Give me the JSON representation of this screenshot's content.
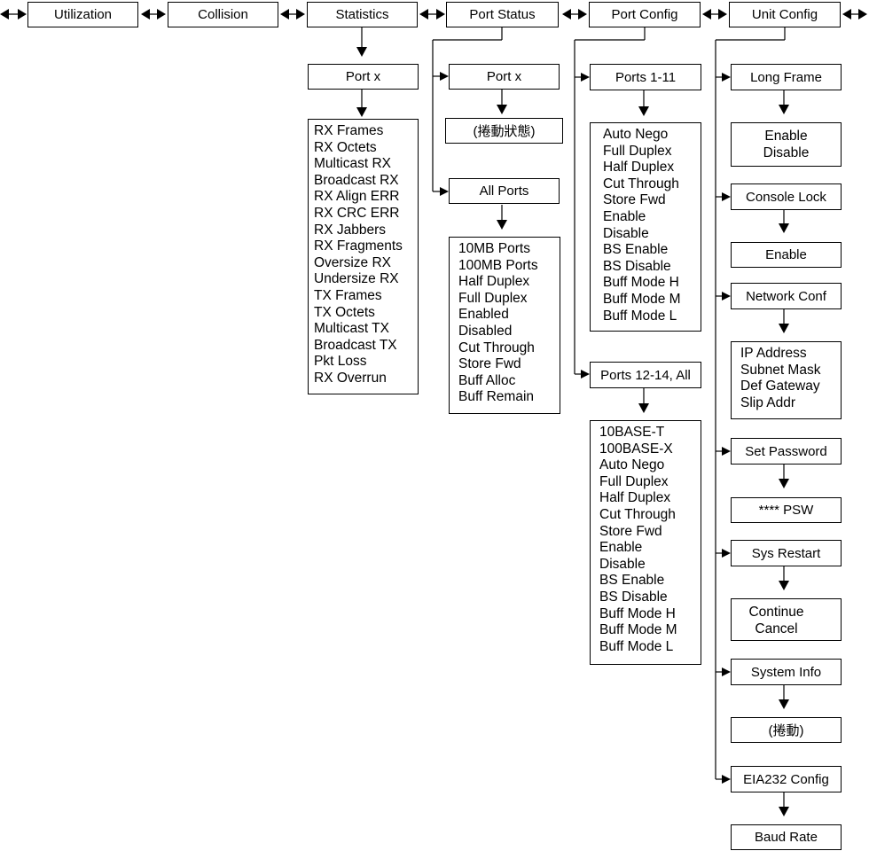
{
  "top_menu": [
    "Utilization",
    "Collision",
    "Statistics",
    "Port Status",
    "Port Config",
    "Unit Config"
  ],
  "statistics": {
    "port_label": "Port x",
    "counters": [
      "RX Frames",
      "RX Octets",
      "Multicast RX",
      "Broadcast RX",
      "RX Align ERR",
      "RX CRC ERR",
      "RX Jabbers",
      "RX Fragments",
      "Oversize RX",
      "Undersize RX",
      "TX Frames",
      "TX Octets",
      "Multicast TX",
      "Broadcast TX",
      "Pkt Loss",
      "RX Overrun"
    ]
  },
  "port_status": {
    "port_label": "Port x",
    "port_detail": "(捲動狀態)",
    "all_ports_label": "All Ports",
    "all_ports_items": [
      "10MB Ports",
      "100MB Ports",
      "Half Duplex",
      "Full Duplex",
      "Enabled",
      "Disabled",
      "Cut Through",
      "Store Fwd",
      "Buff Alloc",
      "Buff Remain"
    ]
  },
  "port_config": {
    "group1_label": "Ports 1-11",
    "group1_items": [
      "Auto Nego",
      "Full Duplex",
      "Half Duplex",
      "Cut Through",
      "Store Fwd",
      "Enable",
      "Disable",
      "BS Enable",
      "BS Disable",
      "Buff Mode H",
      "Buff Mode M",
      "Buff Mode L"
    ],
    "group2_label": "Ports 12-14, All",
    "group2_items": [
      "10BASE-T",
      "100BASE-X",
      "Auto Nego",
      "Full Duplex",
      "Half Duplex",
      "Cut Through",
      "Store Fwd",
      "Enable",
      "Disable",
      "BS Enable",
      "BS Disable",
      "Buff Mode H",
      "Buff Mode M",
      "Buff Mode L"
    ]
  },
  "unit_config": {
    "long_frame": {
      "label": "Long Frame",
      "options": [
        "Enable",
        "Disable"
      ]
    },
    "console_lock": {
      "label": "Console Lock",
      "options": [
        "Enable"
      ]
    },
    "network_conf": {
      "label": "Network Conf",
      "options": [
        "IP Address",
        "Subnet Mask",
        "Def Gateway",
        "Slip Addr"
      ]
    },
    "set_password": {
      "label": "Set Password",
      "options": [
        "**** PSW"
      ]
    },
    "sys_restart": {
      "label": "Sys Restart",
      "options": [
        "Continue",
        "Cancel"
      ]
    },
    "system_info": {
      "label": "System Info",
      "options": [
        "(捲動)"
      ]
    },
    "eia232_config": {
      "label": "EIA232 Config",
      "options": [
        "Baud Rate"
      ]
    }
  }
}
